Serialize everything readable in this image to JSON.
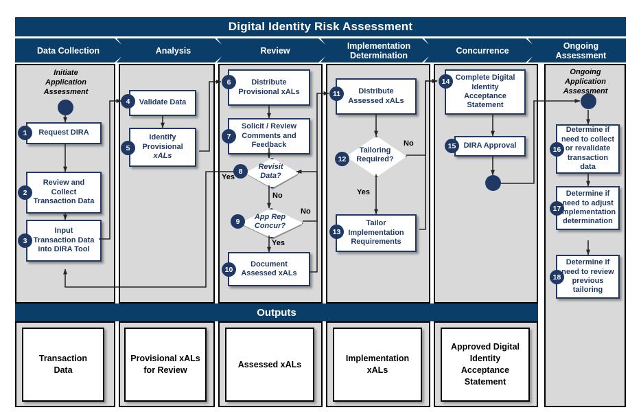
{
  "header": {
    "title": "Digital Identity Risk Assessment"
  },
  "phases": [
    {
      "label": "Data Collection"
    },
    {
      "label": "Analysis"
    },
    {
      "label": "Review"
    },
    {
      "label": "Implementation\nDetermination"
    },
    {
      "label": "Concurrence"
    },
    {
      "label": "Ongoing\nAssessment"
    }
  ],
  "phase_labels": {
    "p0": "Data Collection",
    "p1": "Analysis",
    "p2": "Review",
    "p3_line1": "Implementation",
    "p3_line2": "Determination",
    "p4": "Concurrence",
    "p5_line1": "Ongoing",
    "p5_line2": "Assessment"
  },
  "captions": {
    "start": "Initiate\nApplication\nAssessment",
    "start_l1": "Initiate",
    "start_l2": "Application",
    "start_l3": "Assessment",
    "ongoing_l1": "Ongoing",
    "ongoing_l2": "Application",
    "ongoing_l3": "Assessment"
  },
  "steps": [
    {
      "num": "1",
      "type": "process",
      "lane": "Data Collection",
      "text": "Request DIRA",
      "lines": [
        "Request DIRA"
      ]
    },
    {
      "num": "2",
      "type": "process",
      "lane": "Data Collection",
      "text": "Review and Collect Transaction Data",
      "lines": [
        "Review and",
        "Collect",
        "Transaction Data"
      ]
    },
    {
      "num": "3",
      "type": "process",
      "lane": "Data Collection",
      "text": "Input Transaction Data into DIRA Tool",
      "lines": [
        "Input",
        "Transaction Data",
        "into DIRA Tool"
      ]
    },
    {
      "num": "4",
      "type": "process",
      "lane": "Analysis",
      "text": "Validate Data",
      "lines": [
        "Validate Data"
      ]
    },
    {
      "num": "5",
      "type": "process",
      "lane": "Analysis",
      "text": "Identify Provisional xALs",
      "lines": [
        "Identify",
        "Provisional",
        "xALs"
      ]
    },
    {
      "num": "6",
      "type": "process",
      "lane": "Review",
      "text": "Distribute Provisional xALs",
      "lines": [
        "Distribute",
        "Provisional xALs"
      ]
    },
    {
      "num": "7",
      "type": "process",
      "lane": "Review",
      "text": "Solicit / Review Comments and Feedback",
      "lines": [
        "Solicit / Review",
        "Comments and",
        "Feedback"
      ]
    },
    {
      "num": "8",
      "type": "decision",
      "lane": "Review",
      "text": "Revisit Data?",
      "lines": [
        "Revisit",
        "Data?"
      ]
    },
    {
      "num": "9",
      "type": "decision",
      "lane": "Review",
      "text": "App Rep Concur?",
      "lines": [
        "App Rep",
        "Concur?"
      ]
    },
    {
      "num": "10",
      "type": "process",
      "lane": "Review",
      "text": "Document Assessed xALs",
      "lines": [
        "Document",
        "Assessed xALs"
      ]
    },
    {
      "num": "11",
      "type": "process",
      "lane": "Implementation Determination",
      "text": "Distribute Assessed xALs",
      "lines": [
        "Distribute",
        "Assessed xALs"
      ]
    },
    {
      "num": "12",
      "type": "decision",
      "lane": "Implementation Determination",
      "text": "Tailoring Required?",
      "lines": [
        "Tailoring",
        "Required?"
      ]
    },
    {
      "num": "13",
      "type": "process",
      "lane": "Implementation Determination",
      "text": "Tailor Implementation Requirements",
      "lines": [
        "Tailor",
        "Implementation",
        "Requirements"
      ]
    },
    {
      "num": "14",
      "type": "process",
      "lane": "Concurrence",
      "text": "Complete Digital Identity Acceptance Statement",
      "lines": [
        "Complete Digital",
        "Identity",
        "Acceptance",
        "Statement"
      ]
    },
    {
      "num": "15",
      "type": "process",
      "lane": "Concurrence",
      "text": "DIRA Approval",
      "lines": [
        "DIRA Approval"
      ]
    },
    {
      "num": "16",
      "type": "process",
      "lane": "Ongoing Assessment",
      "text": "Determine if need to collect or revalidate transaction data",
      "lines": [
        "Determine if",
        "need to collect",
        "or revalidate",
        "transaction",
        "data"
      ]
    },
    {
      "num": "17",
      "type": "process",
      "lane": "Ongoing Assessment",
      "text": "Determine if need to adjust implementation determination",
      "lines": [
        "Determine if",
        "need to adjust",
        "implementation",
        "determination"
      ]
    },
    {
      "num": "18",
      "type": "process",
      "lane": "Ongoing Assessment",
      "text": "Determine if need to review previous tailoring",
      "lines": [
        "Determine if",
        "need to review",
        "previous",
        "tailoring"
      ]
    }
  ],
  "edge_labels": {
    "revisit_yes": "Yes",
    "revisit_no": "No",
    "concur_no": "No",
    "concur_yes": "Yes",
    "tailoring_no": "No",
    "tailoring_yes": "Yes"
  },
  "outputs": {
    "band_title": "Outputs",
    "items": [
      {
        "lines": [
          "Transaction",
          "Data"
        ],
        "text": "Transaction Data"
      },
      {
        "lines": [
          "Provisional xALs",
          "for Review"
        ],
        "text": "Provisional xALs for Review"
      },
      {
        "lines": [
          "Assessed xALs"
        ],
        "text": "Assessed xALs"
      },
      {
        "lines": [
          "Implementation",
          "xALs"
        ],
        "text": "Implementation xALs"
      },
      {
        "lines": [
          "Approved Digital",
          "Identity",
          "Acceptance",
          "Statement"
        ],
        "text": "Approved Digital Identity Acceptance Statement"
      }
    ]
  },
  "colors": {
    "brand_dark_blue": "#0a3d68",
    "box_blue": "#1f3864",
    "lane_gray": "#d9d9d9",
    "white": "#ffffff",
    "black": "#000000"
  }
}
